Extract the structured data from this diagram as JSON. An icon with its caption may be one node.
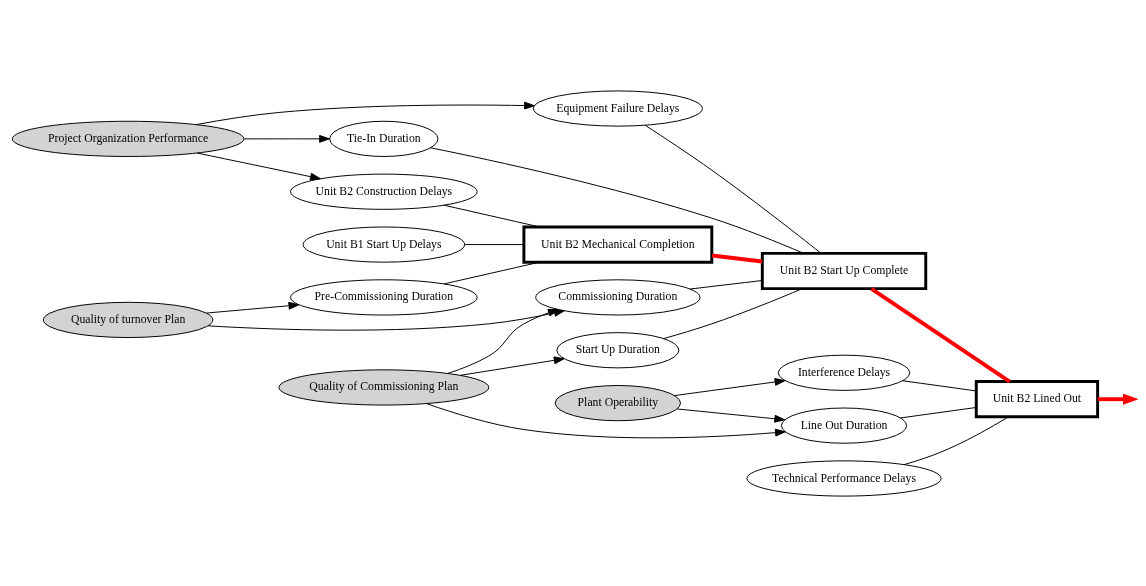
{
  "diagram": {
    "nodes": [
      {
        "text": [
          "Project Organization Performance"
        ]
      },
      {
        "text": [
          "Equipment Failure Delays"
        ]
      },
      {
        "text": [
          "Plant Operability"
        ]
      },
      {
        "text": [
          "Interference Delays"
        ]
      },
      {
        "text": [
          "Tie-In Duration"
        ]
      },
      {
        "text": [
          "Unit B2 Construction Delays"
        ]
      },
      {
        "text": [
          "Unit B2 Mechanical Completion"
        ]
      },
      {
        "text": [
          "Unit B2 Start Up Complete"
        ]
      },
      {
        "text": [
          "Unit B2 Lined Out"
        ]
      },
      {
        "text": [
          "Unit B1 Start Up Delays"
        ]
      },
      {
        "text": [
          "Commissioning Duration"
        ]
      },
      {
        "text": [
          "Pre-Commissioning Duration"
        ]
      },
      {
        "text": [
          "Start Up Duration"
        ]
      },
      {
        "text": [
          "Line Out Duration"
        ]
      },
      {
        "text": [
          "Technical Performance Delays"
        ]
      },
      {
        "text": [
          "Quality of turnover Plan"
        ]
      },
      {
        "text": [
          "Quality of Commissioning Plan"
        ]
      }
    ],
    "edges": [
      {
        "from": 0,
        "to": 1,
        "arrow": "to"
      },
      {
        "from": 0,
        "to": 5,
        "arrow": "to"
      },
      {
        "from": 0,
        "to": 4,
        "arrow": "to"
      },
      {
        "from": 2,
        "to": 3,
        "arrow": "to"
      },
      {
        "from": 2,
        "to": 13,
        "arrow": "to"
      },
      {
        "from": 5,
        "to": 6,
        "arrow": "none"
      },
      {
        "from": 9,
        "to": 6,
        "arrow": "none"
      },
      {
        "from": 11,
        "to": 6,
        "arrow": "none"
      },
      {
        "from": 4,
        "to": 7,
        "arrow": "none"
      },
      {
        "from": 1,
        "to": 7,
        "arrow": "none"
      },
      {
        "from": 10,
        "to": 7,
        "arrow": "none"
      },
      {
        "from": 12,
        "to": 7,
        "arrow": "none"
      },
      {
        "from": 3,
        "to": 8,
        "arrow": "none"
      },
      {
        "from": 13,
        "to": 8,
        "arrow": "none"
      },
      {
        "from": 14,
        "to": 8,
        "arrow": "none"
      },
      {
        "from": 6,
        "to": 7,
        "arrow": "none",
        "style": "thick",
        "color": "#ff0000"
      },
      {
        "from": 7,
        "to": 8,
        "arrow": "none",
        "style": "thick",
        "color": "#ff0000"
      },
      {
        "from": 8,
        "to": null,
        "arrow": "to",
        "style": "thick",
        "color": "#ff0000"
      },
      {
        "from": 15,
        "to": 11,
        "arrow": "to"
      },
      {
        "from": 15,
        "to": 10,
        "arrow": "to"
      },
      {
        "from": 16,
        "to": 10,
        "arrow": "to"
      },
      {
        "from": 16,
        "to": 12,
        "arrow": "to"
      },
      {
        "from": 16,
        "to": 13,
        "arrow": "to"
      }
    ]
  }
}
